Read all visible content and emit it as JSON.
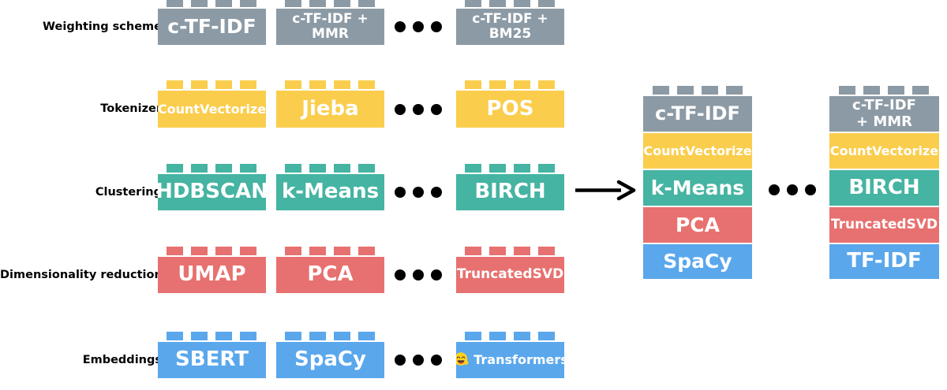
{
  "colors": {
    "gray": "#8C9AA5",
    "yellow": "#FACD4D",
    "teal": "#45B4A2",
    "red": "#E77170",
    "blue": "#5AA7EC",
    "black": "#000000",
    "white": "#FFFFFF",
    "background": "#FFFFFF"
  },
  "grid": {
    "rows": [
      {
        "label": "Weighting scheme",
        "color": "gray",
        "blocks": [
          {
            "text": "c-TF-IDF"
          },
          {
            "text": "c-TF-IDF +\nMMR"
          },
          {
            "text": "c-TF-IDF +\nBM25"
          }
        ]
      },
      {
        "label": "Tokenizer",
        "color": "yellow",
        "blocks": [
          {
            "text": "CountVectorize"
          },
          {
            "text": "Jieba"
          },
          {
            "text": "POS"
          }
        ]
      },
      {
        "label": "Clustering",
        "color": "teal",
        "blocks": [
          {
            "text": "HDBSCAN"
          },
          {
            "text": "k-Means"
          },
          {
            "text": "BIRCH"
          }
        ]
      },
      {
        "label": "Dimensionality reduction",
        "color": "red",
        "blocks": [
          {
            "text": "UMAP"
          },
          {
            "text": "PCA"
          },
          {
            "text": "TruncatedSVD"
          }
        ]
      },
      {
        "label": "Embeddings",
        "color": "blue",
        "blocks": [
          {
            "text": "SBERT"
          },
          {
            "text": "SpaCy"
          },
          {
            "text": "Transformers",
            "icon": "hugging-face"
          }
        ]
      }
    ]
  },
  "stacks": [
    {
      "blocks": [
        {
          "text": "c-TF-IDF",
          "color": "gray"
        },
        {
          "text": "CountVectorize",
          "color": "yellow"
        },
        {
          "text": "k-Means",
          "color": "teal"
        },
        {
          "text": "PCA",
          "color": "red"
        },
        {
          "text": "SpaCy",
          "color": "blue"
        }
      ]
    },
    {
      "blocks": [
        {
          "text": "c-TF-IDF\n+ MMR",
          "color": "gray"
        },
        {
          "text": "CountVectorize",
          "color": "yellow"
        },
        {
          "text": "BIRCH",
          "color": "teal"
        },
        {
          "text": "TruncatedSVD",
          "color": "red"
        },
        {
          "text": "TF-IDF",
          "color": "blue"
        }
      ]
    }
  ],
  "icons": {
    "hugging_face": "🤗",
    "ellipsis": "• • •",
    "arrow_right": "→"
  }
}
